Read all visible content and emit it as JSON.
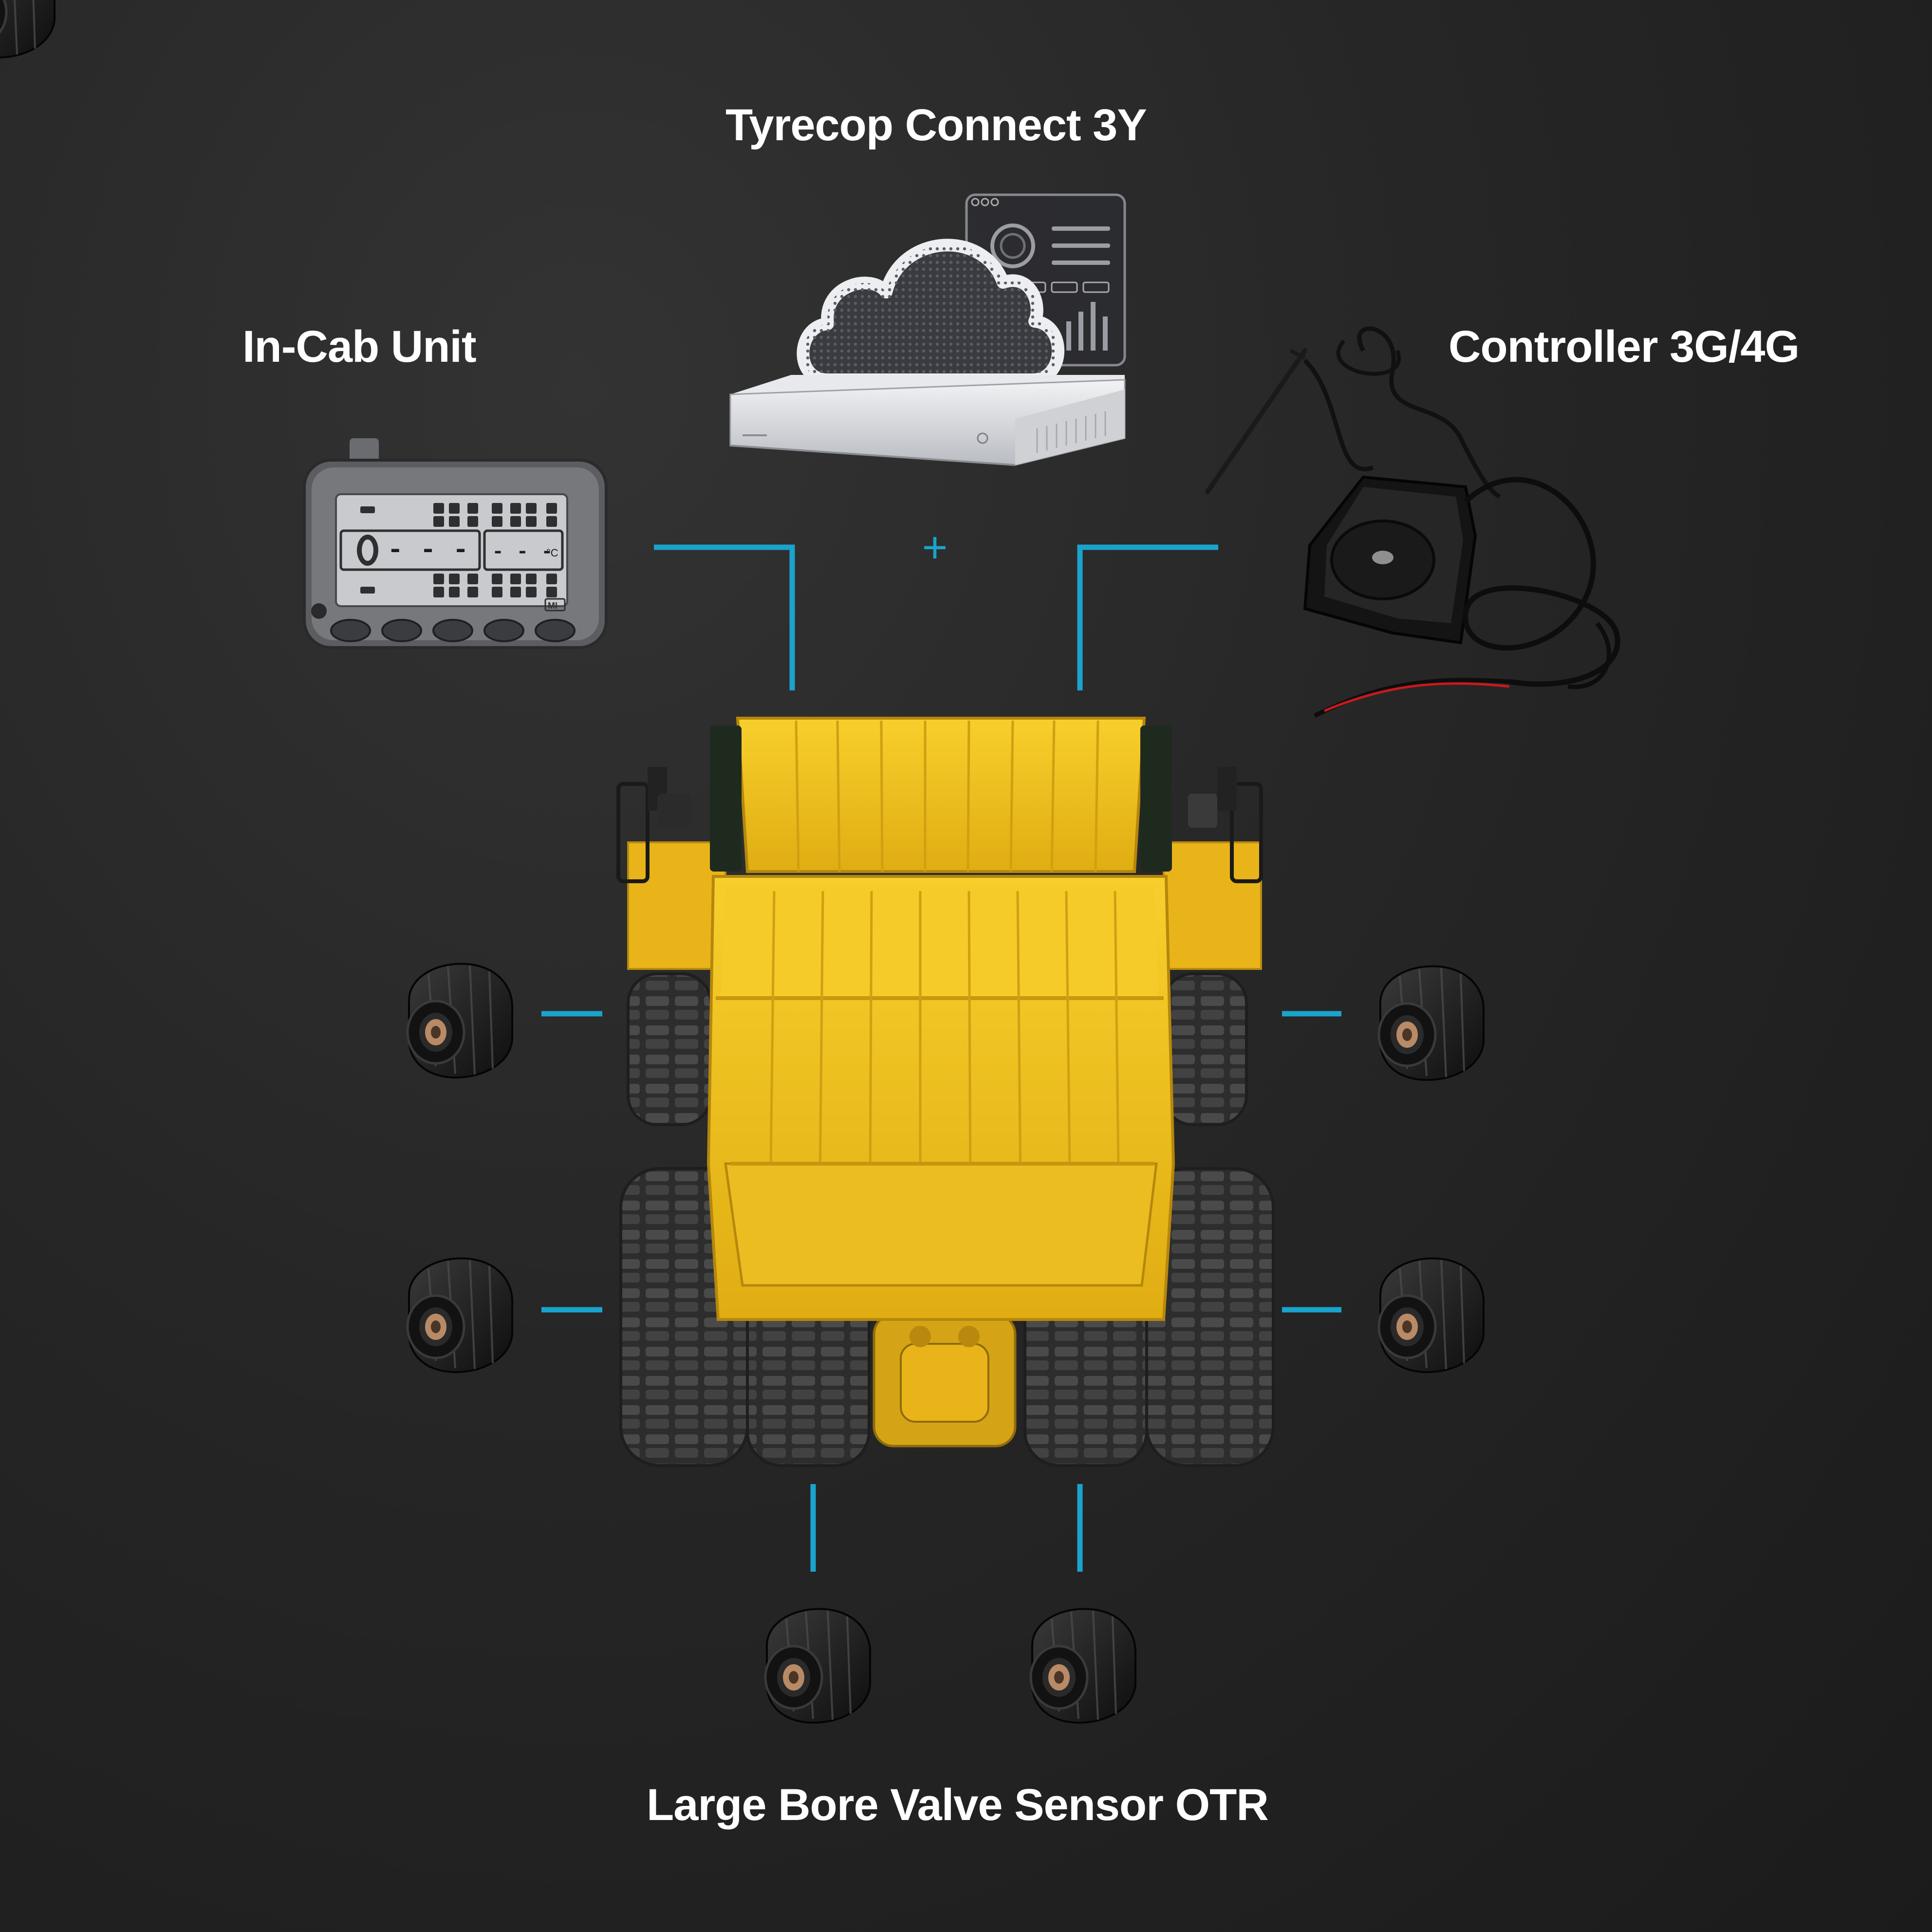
{
  "labels": {
    "cloud": "Tyrecop Connect 3Y",
    "in_cab": "In-Cab Unit",
    "controller": "Controller 3G/4G",
    "sensor": "Large Bore Valve Sensor OTR"
  },
  "display_symbols": {
    "left_reading": "- - -",
    "right_reading": "- - -",
    "unit": "°C",
    "badge": "MI"
  },
  "plus_symbol": "+",
  "colors": {
    "connector": "#1aa3cc",
    "truck_body": "#f2c21b",
    "tire": "#3a3a3a",
    "sensor": "#1e1e1e",
    "sensor_core": "#b88a66",
    "background": "#262626"
  }
}
